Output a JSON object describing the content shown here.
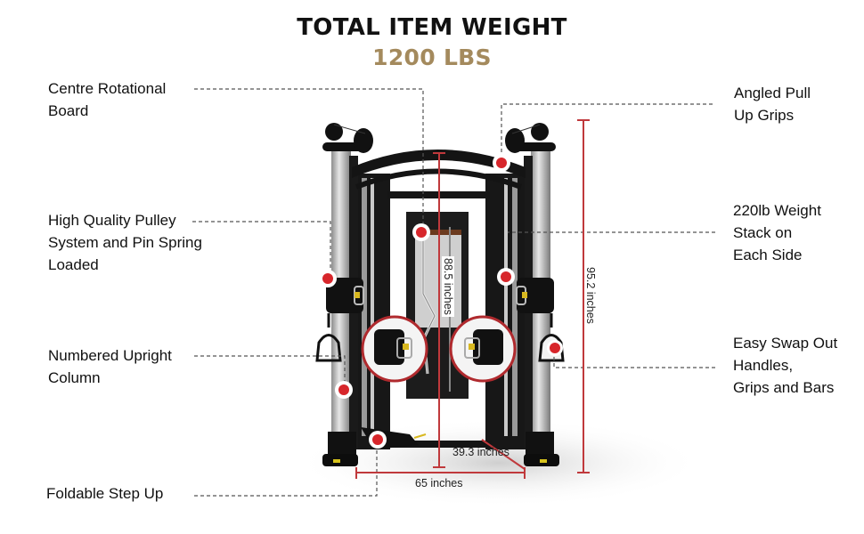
{
  "header": {
    "title": "TOTAL ITEM WEIGHT",
    "weight": "1200 LBS",
    "weight_color": "#a48a5d"
  },
  "callouts": [
    {
      "id": "centre-rotational-board",
      "lines": [
        "Centre Rotational",
        "Board"
      ],
      "side": "left"
    },
    {
      "id": "pulley-system",
      "lines": [
        "High Quality Pulley",
        "System and Pin Spring",
        "Loaded"
      ],
      "side": "left"
    },
    {
      "id": "numbered-upright-column",
      "lines": [
        "Numbered Upright",
        "Column"
      ],
      "side": "left"
    },
    {
      "id": "foldable-step-up",
      "lines": [
        "Foldable Step Up"
      ],
      "side": "left"
    },
    {
      "id": "angled-pull-up-grips",
      "lines": [
        "Angled Pull",
        "Up Grips"
      ],
      "side": "right"
    },
    {
      "id": "weight-stack",
      "lines": [
        "220lb Weight",
        "Stack on",
        "Each Side"
      ],
      "side": "right"
    },
    {
      "id": "swap-out-handles",
      "lines": [
        "Easy Swap Out",
        "Handles,",
        "Grips and Bars"
      ],
      "side": "right"
    }
  ],
  "dimensions": {
    "inner_height": "88.5 inches",
    "total_height": "95.2 inches",
    "depth": "39.3 inches",
    "width": "65 inches"
  },
  "colors": {
    "marker_red": "#d7262b",
    "dimension_red": "#c0393c",
    "frame_black": "#151515",
    "upright_silver": "#b9b9b9"
  }
}
